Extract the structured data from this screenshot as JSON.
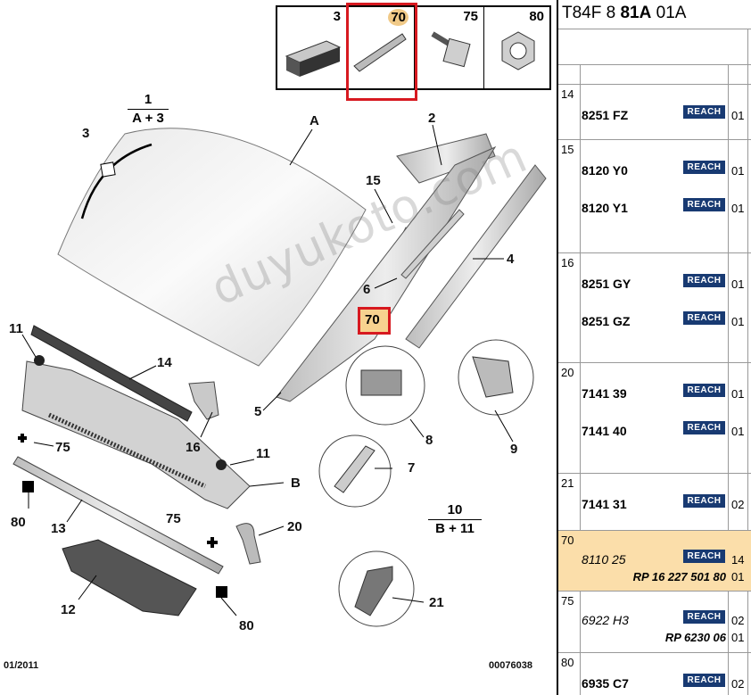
{
  "legend": {
    "items": [
      {
        "num": "3"
      },
      {
        "num": "70"
      },
      {
        "num": "75"
      },
      {
        "num": "80"
      }
    ]
  },
  "groups": {
    "g1": {
      "num": "1",
      "sub": "A + 3"
    },
    "g10": {
      "num": "10",
      "sub": "B + 11"
    }
  },
  "callouts": {
    "c3": "3",
    "cA": "A",
    "c2": "2",
    "c15": "15",
    "c4": "4",
    "c6": "6",
    "c11a": "11",
    "c14": "14",
    "c70": "70",
    "c9": "9",
    "c5": "5",
    "c16": "16",
    "c8": "8",
    "c75a": "75",
    "c11b": "11",
    "c7": "7",
    "cB": "B",
    "c80a": "80",
    "c13": "13",
    "c20": "20",
    "c75b": "75",
    "c12": "12",
    "c21": "21",
    "c80b": "80"
  },
  "footer": {
    "date": "01/2011",
    "ref": "00076038"
  },
  "watermark": "duyukoto.com",
  "table": {
    "title_prefix": "T84F 8",
    "title_bold": "81A",
    "title_suffix": "01A",
    "reach_label": "REACH",
    "rows": [
      {
        "idx": "14",
        "parts": [
          {
            "code": "8251 FZ",
            "qty": "01"
          }
        ]
      },
      {
        "idx": "15",
        "parts": [
          {
            "code": "8120 Y0",
            "qty": "01"
          },
          {
            "code": "8120 Y1",
            "qty": "01"
          }
        ]
      },
      {
        "idx": "16",
        "parts": [
          {
            "code": "8251 GY",
            "qty": "01"
          },
          {
            "code": "8251 GZ",
            "qty": "01"
          }
        ]
      },
      {
        "idx": "20",
        "parts": [
          {
            "code": "7141 39",
            "qty": "01"
          },
          {
            "code": "7141 40",
            "qty": "01"
          }
        ]
      },
      {
        "idx": "21",
        "parts": [
          {
            "code": "7141 31",
            "qty": "02"
          }
        ]
      },
      {
        "idx": "70",
        "parts": [
          {
            "code": "8110 25",
            "qty": "14",
            "qty2": "01",
            "ref": "RP 16 227 501 80"
          }
        ]
      },
      {
        "idx": "75",
        "parts": [
          {
            "code": "6922 H3",
            "qty": "02",
            "qty2": "01",
            "ref": "RP 6230 06"
          }
        ]
      },
      {
        "idx": "80",
        "parts": [
          {
            "code": "6935 C7",
            "qty": "02"
          }
        ]
      }
    ]
  },
  "colors": {
    "highlight_border": "#d71920",
    "highlight_fill": "#fbdeaa",
    "reach_badge": "#183a72"
  }
}
